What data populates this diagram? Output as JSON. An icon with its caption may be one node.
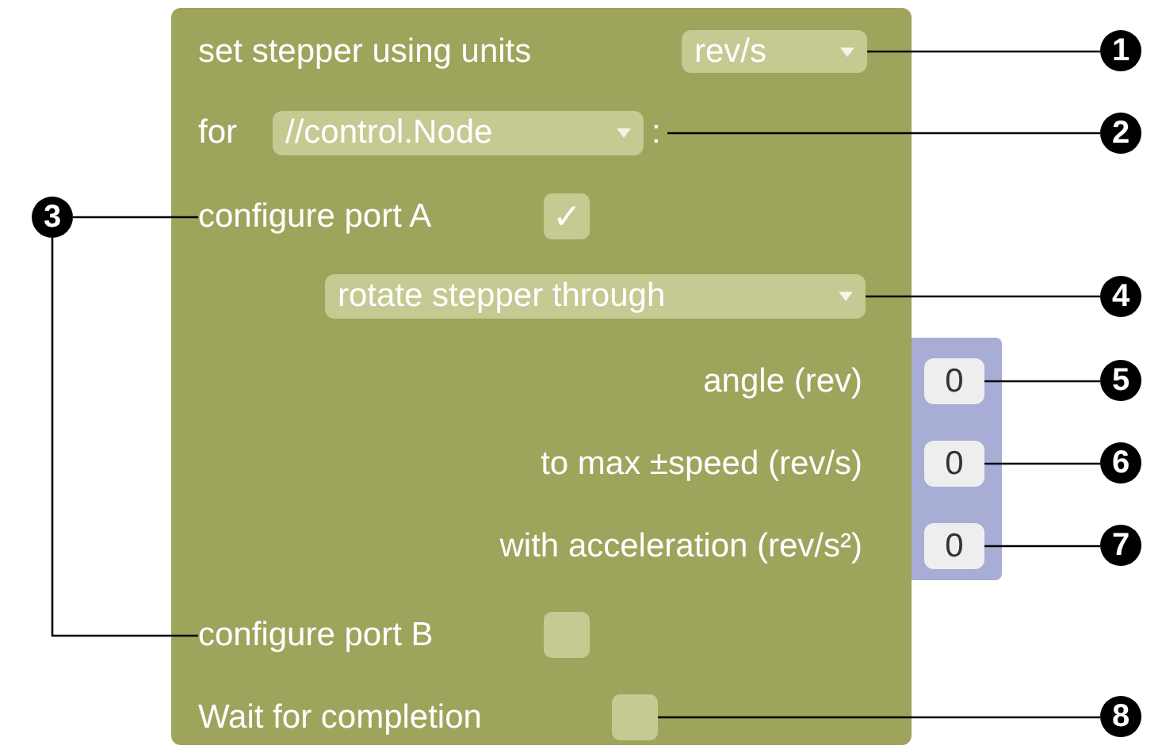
{
  "diagram": {
    "nodes": [
      {
        "text": [],
        "shape": "box"
      },
      {
        "text": [
          "rev/s"
        ],
        "in": 0
      },
      {
        "text": [
          "//control.Node"
        ],
        "in": 0
      },
      {
        "text": [
          ":"
        ],
        "in": 0
      },
      {
        "text": [
          "configure port A"
        ],
        "in": 0
      },
      {
        "text": [
          "✓"
        ],
        "in": 0
      },
      {
        "text": [
          "rotate stepper through"
        ],
        "in": 0
      },
      {
        "text": [
          "0"
        ]
      },
      {
        "text": [
          "0"
        ]
      },
      {
        "text": [
          "0"
        ]
      },
      {
        "text": [
          "configure port B"
        ],
        "in": 0
      },
      {
        "text": [],
        "shape": "box",
        "in": 0
      },
      {
        "text": [],
        "shape": "box",
        "in": 0
      },
      {
        "text": [
          "1"
        ]
      },
      {
        "text": [
          "2"
        ]
      },
      {
        "text": [
          "3"
        ]
      },
      {
        "text": [
          "4"
        ]
      },
      {
        "text": [
          "5"
        ]
      },
      {
        "text": [
          "6"
        ]
      },
      {
        "text": [
          "7"
        ]
      },
      {
        "text": [
          "8"
        ]
      }
    ],
    "edges": [
      {
        "from": 13,
        "to": 1,
        "arrow": "none"
      },
      {
        "from": 14,
        "to": 3,
        "arrow": "none"
      },
      {
        "from": 15,
        "to": 4,
        "arrow": "none"
      },
      {
        "from": 15,
        "to": 10,
        "arrow": "none"
      },
      {
        "from": 16,
        "to": 6,
        "arrow": "none"
      },
      {
        "from": 17,
        "to": 7,
        "arrow": "none"
      },
      {
        "from": 18,
        "to": 8,
        "arrow": "none"
      },
      {
        "from": 19,
        "to": 9,
        "arrow": "none"
      },
      {
        "from": 20,
        "to": 12,
        "arrow": "none"
      }
    ],
    "labels": [
      "set stepper using units",
      "for",
      "angle (rev)",
      "to max ±speed (rev/s)",
      "with acceleration (rev/s²)",
      "Wait for completion"
    ]
  }
}
